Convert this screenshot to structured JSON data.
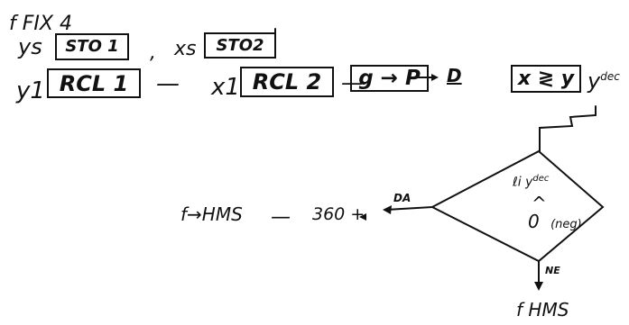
{
  "header": {
    "text": "f FIX 4"
  },
  "row1": {
    "ys": "ys",
    "sto1": "STO 1",
    "comma": ",",
    "xs": "xs",
    "sto2": "STO2"
  },
  "row2": {
    "y1": "y1",
    "rcl1": "RCL 1",
    "minus1": "—",
    "x1": "x1",
    "rcl2": "RCL 2",
    "minus2": "—",
    "gp": "g → P",
    "d": "D",
    "xy": "x ≷ y",
    "ydec": "y",
    "dec_sup": "dec"
  },
  "decision": {
    "line1": "ℓi y",
    "line1_sup": "dec",
    "line2": "^",
    "line3": "0",
    "line3_suffix": "(neg)",
    "yes_label": "DA",
    "no_label": "NE"
  },
  "yes_branch": {
    "plus": "360 +",
    "dash": "—",
    "result": "f→HMS"
  },
  "no_branch": {
    "result": "f HMS"
  }
}
